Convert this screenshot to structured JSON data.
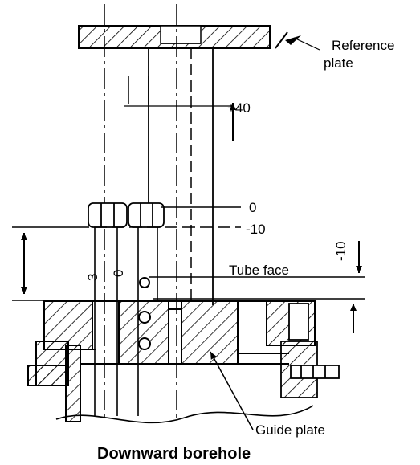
{
  "labels": {
    "reference_line1": "Reference",
    "reference_line2": "plate",
    "dim_plus40": "+40",
    "dim_0": "0",
    "dim_minus10": "-10",
    "tube_face": "Tube face",
    "dim_right_minus10": "-10",
    "guide_plate": "Guide plate",
    "rod_3": "3",
    "rod_0": "0"
  },
  "caption": "Downward borehole",
  "colors": {
    "line": "#000000",
    "background": "#ffffff"
  }
}
